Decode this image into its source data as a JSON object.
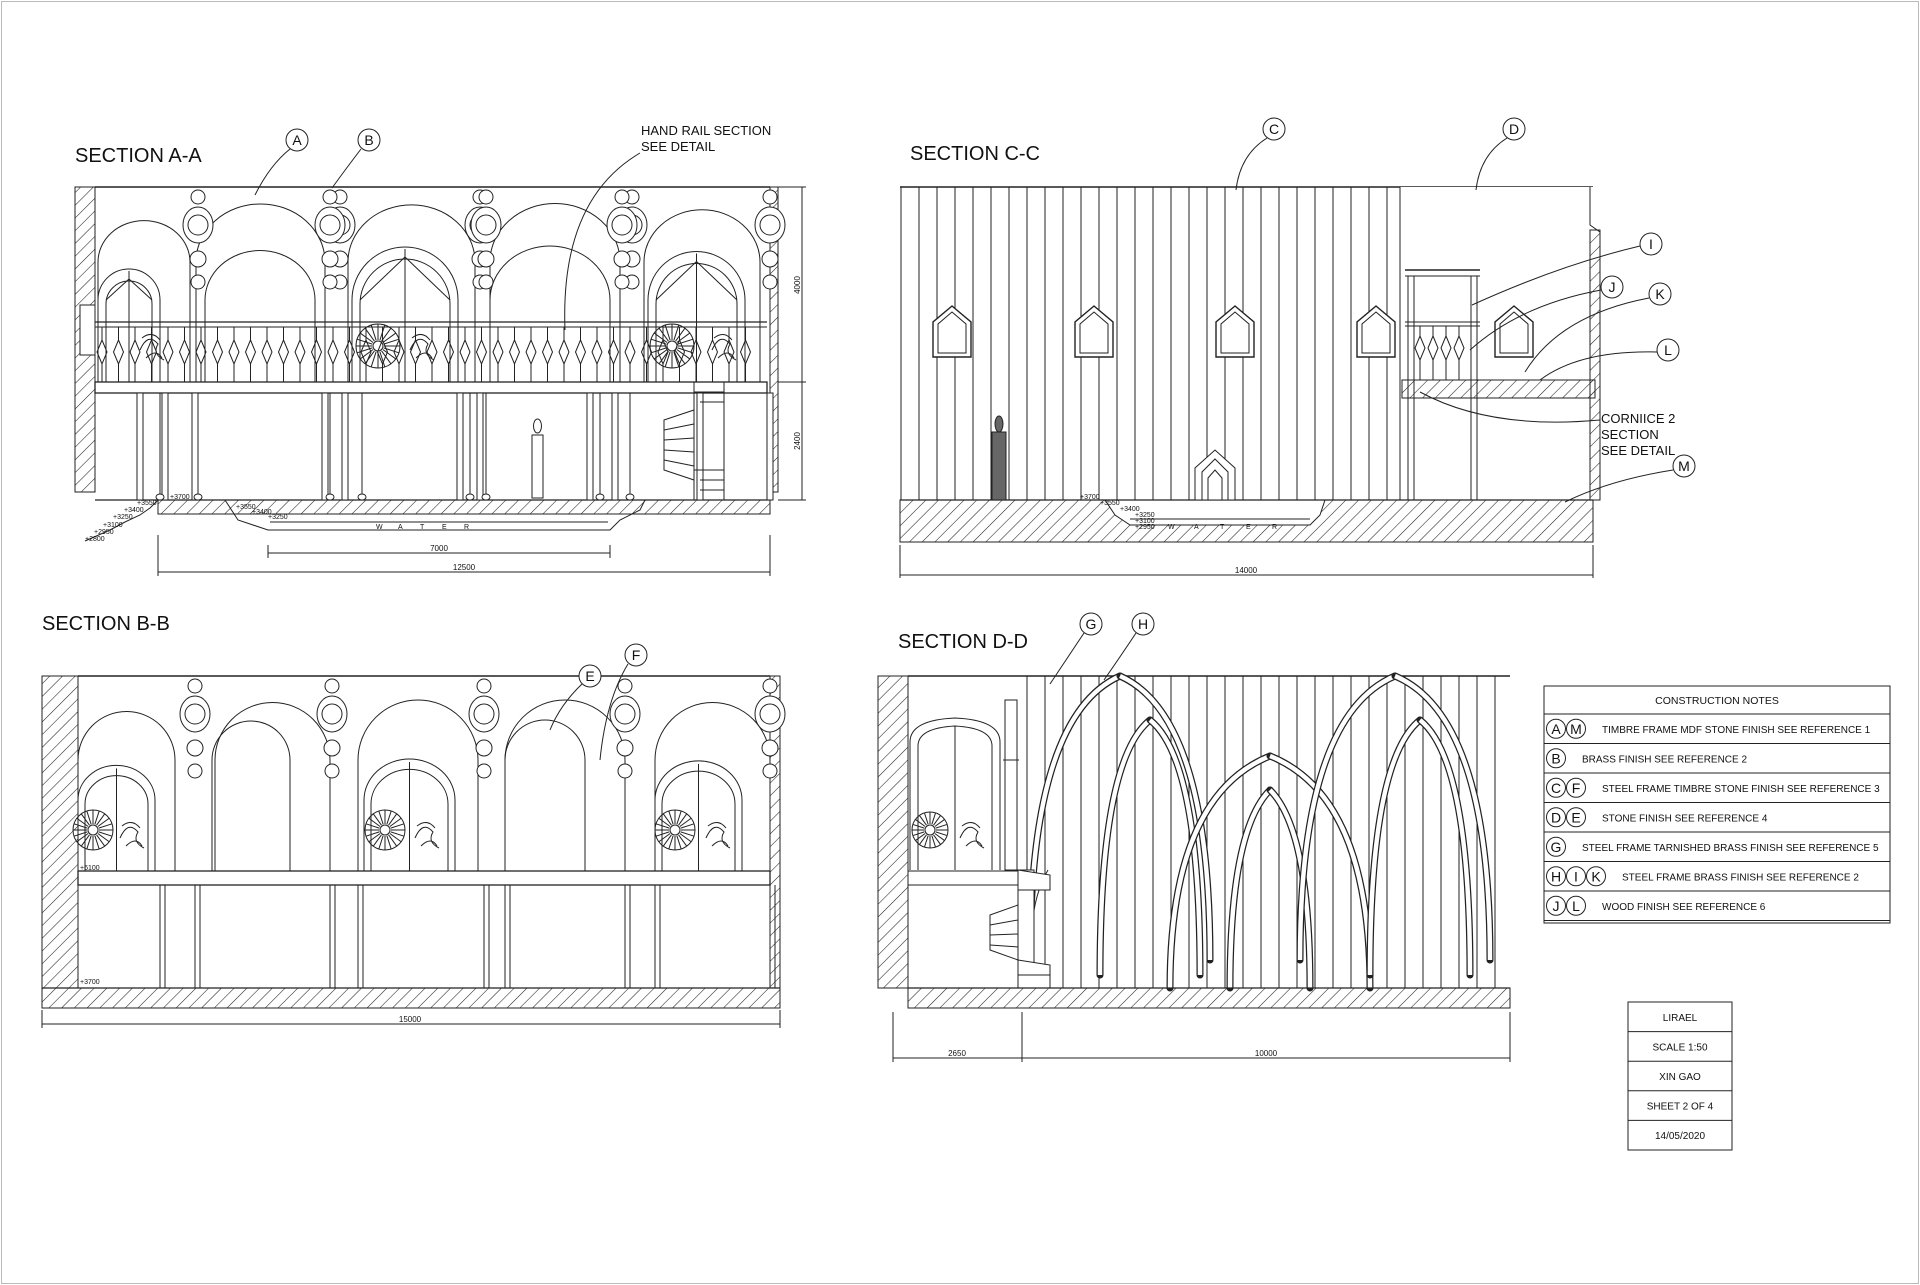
{
  "sections": {
    "aa": {
      "title": "SECTION A-A",
      "note_lines": [
        "HAND RAIL SECTION",
        "SEE DETAIL"
      ],
      "tags": [
        "A",
        "B"
      ],
      "levels": [
        "+3700",
        "+3550",
        "+3400",
        "+3250",
        "+3100",
        "+2950",
        "+2800",
        "+3550",
        "+3400",
        "+3250"
      ],
      "floor_letters": [
        "W",
        "A",
        "T",
        "E",
        "R"
      ],
      "dims": {
        "horizontal": [
          "7000",
          "12500"
        ],
        "vertical": [
          "4000",
          "2400"
        ]
      }
    },
    "bb": {
      "title": "SECTION B-B",
      "tags": [
        "E",
        "F"
      ],
      "levels": [
        "+6100",
        "+3700"
      ],
      "dims": {
        "horizontal": [
          "15000"
        ]
      }
    },
    "cc": {
      "title": "SECTION C-C",
      "tags": [
        "C",
        "D",
        "I",
        "J",
        "K",
        "L",
        "M"
      ],
      "note_lines": [
        "CORNIICE 2",
        "SECTION",
        "SEE DETAIL"
      ],
      "levels": [
        "+3700",
        "+3550",
        "+3400",
        "+3250",
        "+3100",
        "+2950"
      ],
      "floor_letters": [
        "W",
        "A",
        "T",
        "E",
        "R"
      ],
      "dims": {
        "horizontal": [
          "14000"
        ]
      }
    },
    "dd": {
      "title": "SECTION D-D",
      "tags": [
        "G",
        "H"
      ],
      "dims": {
        "horizontal": [
          "2650",
          "10000"
        ]
      }
    }
  },
  "construction_notes": {
    "heading": "CONSTRUCTION NOTES",
    "rows": [
      {
        "tags": [
          "A",
          "M"
        ],
        "text": "TIMBRE FRAME MDF STONE FINISH SEE REFERENCE 1"
      },
      {
        "tags": [
          "B"
        ],
        "text": "BRASS FINISH SEE REFERENCE 2"
      },
      {
        "tags": [
          "C",
          "F"
        ],
        "text": "STEEL FRAME TIMBRE STONE FINISH SEE REFERENCE 3"
      },
      {
        "tags": [
          "D",
          "E"
        ],
        "text": "STONE FINISH SEE REFERENCE 4"
      },
      {
        "tags": [
          "G"
        ],
        "text": "STEEL FRAME TARNISHED BRASS FINISH SEE REFERENCE 5"
      },
      {
        "tags": [
          "H",
          "I",
          "K"
        ],
        "text": "STEEL FRAME BRASS FINISH SEE REFERENCE 2"
      },
      {
        "tags": [
          "J",
          "L"
        ],
        "text": "WOOD FINISH SEE REFERENCE 6"
      }
    ]
  },
  "title_block": [
    "LIRAEL",
    "SCALE 1:50",
    "XIN GAO",
    "SHEET 2 OF 4",
    "14/05/2020"
  ]
}
